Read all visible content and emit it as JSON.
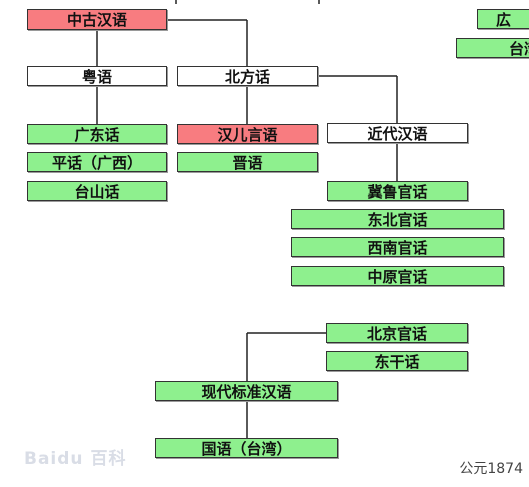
{
  "nodes": {
    "middle_chinese": "中古汉语",
    "cantonese": "粤语",
    "mandarin": "北方话",
    "guangdong": "广东话",
    "pinghua": "平话（广西）",
    "taishan": "台山话",
    "han_er": "汉儿言语",
    "jin": "晋语",
    "modern_mandarin": "近代汉语",
    "jilu": "冀鲁官话",
    "northeastern": "东北官话",
    "southwestern": "西南官话",
    "central_plains": "中原官话",
    "beijing": "北京官话",
    "dungan": "东干话",
    "standard": "现代标准汉语",
    "guoyu": "国语（台湾）",
    "right_clipped_1": "広",
    "right_clipped_2": "台湾"
  },
  "watermark": "Baidu 百科",
  "credit": "公元1874",
  "colors": {
    "green": "#8ef08e",
    "red": "#f87c80",
    "white": "#ffffff",
    "line": "#222222"
  }
}
